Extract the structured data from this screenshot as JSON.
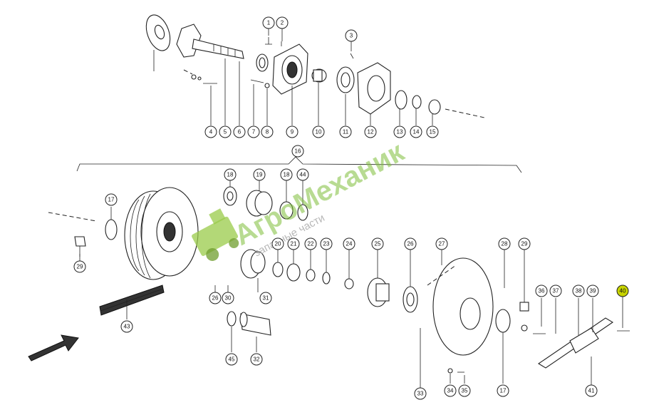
{
  "diagram": {
    "callouts": [
      "1",
      "2",
      "3",
      "4",
      "5",
      "6",
      "7",
      "8",
      "9",
      "10",
      "11",
      "12",
      "13",
      "14",
      "15",
      "16",
      "17",
      "18",
      "19",
      "18",
      "44",
      "20",
      "21",
      "22",
      "23",
      "24",
      "25",
      "26",
      "27",
      "28",
      "29",
      "36",
      "37",
      "38",
      "39",
      "40",
      "17",
      "29",
      "26",
      "30",
      "31",
      "43",
      "45",
      "32",
      "33",
      "34",
      "35",
      "17",
      "41"
    ],
    "highlighted_callout": "40"
  },
  "watermark": {
    "brand": "АгроМеханик",
    "tagline": "запасные части"
  },
  "colors": {
    "line": "#222222",
    "highlight": "#c8d400",
    "watermark_green": "#7fbf3a",
    "watermark_grey": "#9a9a9a"
  }
}
